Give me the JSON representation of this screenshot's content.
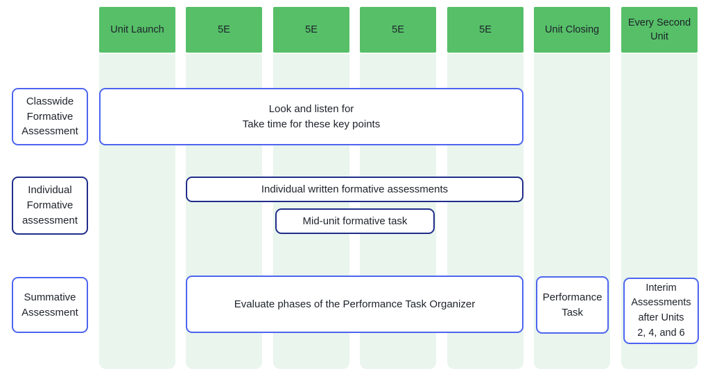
{
  "colors": {
    "header_green": "#56bf68",
    "band_green": "#e9f5ed",
    "blue_border": "#4c64f0",
    "navy_border": "#1f2d8a",
    "text_color": "#1d2129",
    "page_bg": "#ffffff"
  },
  "columns": [
    {
      "label": "Unit Launch"
    },
    {
      "label": "5E"
    },
    {
      "label": "5E"
    },
    {
      "label": "5E"
    },
    {
      "label": "5E"
    },
    {
      "label": "Unit Closing"
    },
    {
      "label": "Every\nSecond Unit"
    }
  ],
  "row_labels": {
    "classwide": "Classwide\nFormative\nAssessment",
    "individual": "Individual\nFormative\nassessment",
    "summative": "Summative\nAssessment"
  },
  "boxes": {
    "look_listen": "Look and listen for\nTake time for these key points",
    "individual_written": "Individual written formative assessments",
    "mid_unit": "Mid-unit formative task",
    "evaluate": "Evaluate phases of the Performance Task Organizer",
    "performance_task": "Performance\nTask",
    "interim": "Interim\nAssessments\nafter Units\n2, 4, and 6"
  }
}
